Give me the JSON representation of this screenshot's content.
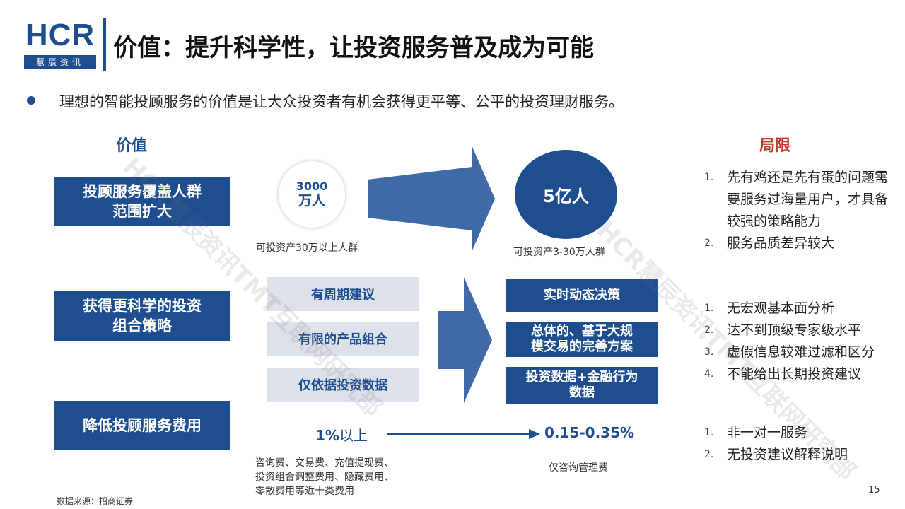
{
  "header": {
    "logo_text": "HCR",
    "logo_subtitle": "慧辰资讯",
    "title": "价值：提升科学性，让投资服务普及成为可能"
  },
  "bullet": "理想的智能投顾服务的价值是让大众投资者有机会获得更平等、公平的投资理财服务。",
  "value_heading": "价值",
  "limit_heading": "局限",
  "values": [
    {
      "label_line1": "投顾服务覆盖人群",
      "label_line2": "范围扩大"
    },
    {
      "label_line1": "获得更科学的投资",
      "label_line2": "组合策略"
    },
    {
      "label_line1": "降低投顾服务费用",
      "label_line2": ""
    }
  ],
  "coverage": {
    "before_number": "3000",
    "before_unit": "万人",
    "before_caption": "可投资产30万以上人群",
    "after_value": "5亿人",
    "after_caption": "可投资产3-30万人群"
  },
  "strategy": {
    "before": [
      "有周期建议",
      "有限的产品组合",
      "仅依据投资数据"
    ],
    "after": [
      {
        "line1": "实时动态决策",
        "line2": ""
      },
      {
        "line1": "总体的、基于大规",
        "line2": "模交易的完善方案"
      },
      {
        "line1": "投资数据+金融行为",
        "line2": "数据"
      }
    ]
  },
  "fees": {
    "before_value": "1%",
    "before_suffix": "以上",
    "before_note_1": "咨询费、交易费、充值提现费、",
    "before_note_2": "投资组合调整费用、隐藏费用、",
    "before_note_3": "零散费用等近十类费用",
    "after_value": "0.15-0.35%",
    "after_note": "仅咨询管理费"
  },
  "limitations": {
    "group1": [
      {
        "num": "1.",
        "text": "先有鸡还是先有蛋的问题需要服务过海量用户，才具备较强的策略能力"
      },
      {
        "num": "2.",
        "text": "服务品质差异较大"
      }
    ],
    "group2": [
      {
        "num": "1.",
        "text": "无宏观基本面分析"
      },
      {
        "num": "2.",
        "text": "达不到顶级专家级水平"
      },
      {
        "num": "3.",
        "text": "虚假信息较难过滤和区分"
      },
      {
        "num": "4.",
        "text": "不能给出长期投资建议"
      }
    ],
    "group3": [
      {
        "num": "1.",
        "text": "非一对一服务"
      },
      {
        "num": "2.",
        "text": "无投资建议解释说明"
      }
    ]
  },
  "source": "数据来源：招商证券",
  "page_number": "15",
  "watermark": "HCR慧辰资讯TMT互联网研究部",
  "colors": {
    "brand_blue": "#1e4e8f",
    "light_box": "#dde1ea",
    "arrow_blue": "#3f6aa6",
    "limit_red": "#c0392b"
  }
}
